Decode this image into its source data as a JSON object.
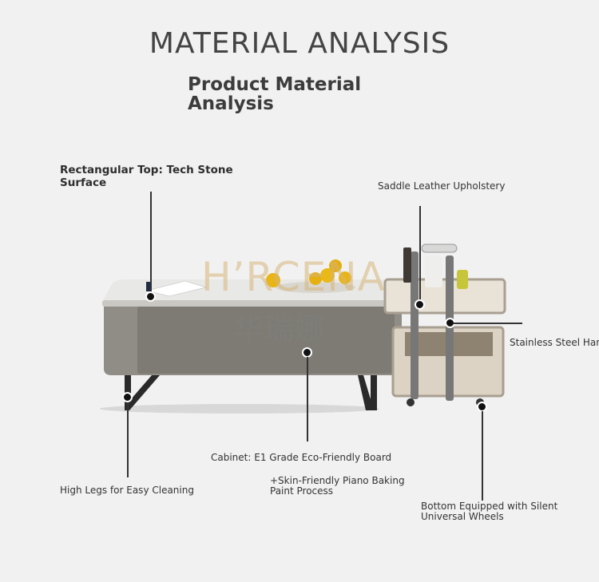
{
  "title": "MATERIAL ANALYSIS",
  "subtitle_line1": "Product Material",
  "subtitle_line2": "Analysis",
  "labels": {
    "top_line1": "Rectangular Top: Tech Stone",
    "top_line2": "Surface",
    "leather": "Saddle Leather Upholstery",
    "handle": "Stainless Steel Handle",
    "cabinet": "Cabinet: E1 Grade Eco-Friendly Board",
    "legs": "High Legs for Easy Cleaning",
    "paint_line1": "+Skin-Friendly Piano Baking",
    "paint_line2": "Paint Process",
    "wheels_line1": "Bottom Equipped with Silent",
    "wheels_line2": "Universal Wheels"
  },
  "watermark": {
    "latin": "H’RCENA",
    "cjk": "华瑞娜"
  },
  "colors": {
    "background": "#f1f1f1",
    "table_body": "#8d8b84",
    "table_top": "#e6e6e4",
    "leg_metal": "#2a2a2a",
    "callout": "#333333"
  }
}
